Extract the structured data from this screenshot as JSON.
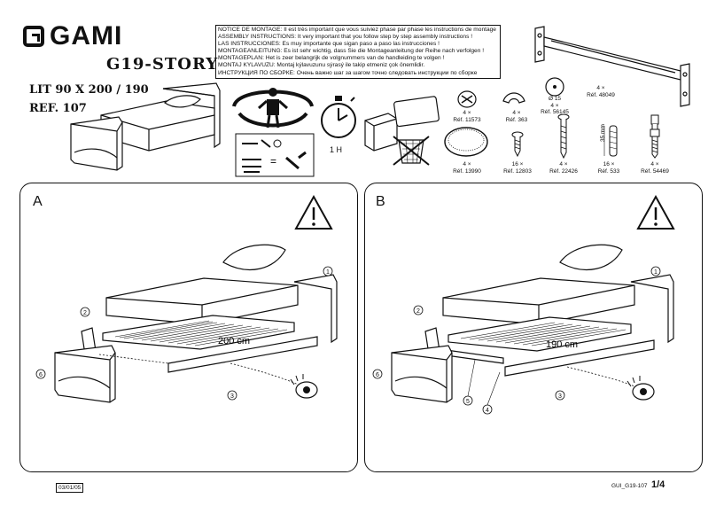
{
  "header": {
    "brand": "GAMI",
    "model": "G19-STORY",
    "dimensions": "LIT 90 X 200 / 190",
    "reference": "REF. 107"
  },
  "notice_lines": [
    "NOTICE DE MONTAGE: Il est très important que vous suiviez phase par phase les instructions de montage !",
    "ASSEMBLY INSTRUCTIONS: It very important that you follow step by step assembly instructions !",
    "LAS INSTRUCCIONES: Es muy importante que sigan paso a paso las instrucciones !",
    "MONTAGEANLEITUNG: Es ist sehr wichtig, dass Sie die Montageanleitung der Reihe nach verfolgen !",
    "MONTAGEPLAN: Het is zeer belangrijk de volgnummers van de handleiding te volgen !",
    "MONTAJ KÝLAVUZU: Montaj kýlavuzunu sýrasý ile takip etmeniz çok önemlidir.",
    "ИНСТРУКЦИЯ ПО СБОРКЕ: Очень важно шаг за шагом точно следовать инструкции по сборке"
  ],
  "assembly_time": "1 H",
  "parts": [
    {
      "qty": "4 ×",
      "ref": "Réf. 11573"
    },
    {
      "qty": "4 ×",
      "ref": "Réf. 363"
    },
    {
      "qty": "4 ×",
      "ref": "Réf. 56145",
      "note": "Ø 15"
    },
    {
      "qty": "4 ×",
      "ref": "Réf. 48049"
    },
    {
      "qty": "4 ×",
      "ref": "Réf. 13990"
    },
    {
      "qty": "16 ×",
      "ref": "Réf. 12803"
    },
    {
      "qty": "4 ×",
      "ref": "Réf. 22426"
    },
    {
      "qty": "16 ×",
      "ref": "Réf. 533",
      "note": "35 mm"
    },
    {
      "qty": "4 ×",
      "ref": "Réf. 54469"
    }
  ],
  "panels": [
    {
      "letter": "A",
      "dimension": "200 cm",
      "callouts": [
        "1",
        "2",
        "3",
        "6"
      ]
    },
    {
      "letter": "B",
      "dimension": "190 cm",
      "callouts": [
        "1",
        "2",
        "3",
        "4",
        "5",
        "6"
      ]
    }
  ],
  "footer": {
    "date": "03/01/05",
    "code": "GUI_G19-107",
    "page": "1/4"
  }
}
